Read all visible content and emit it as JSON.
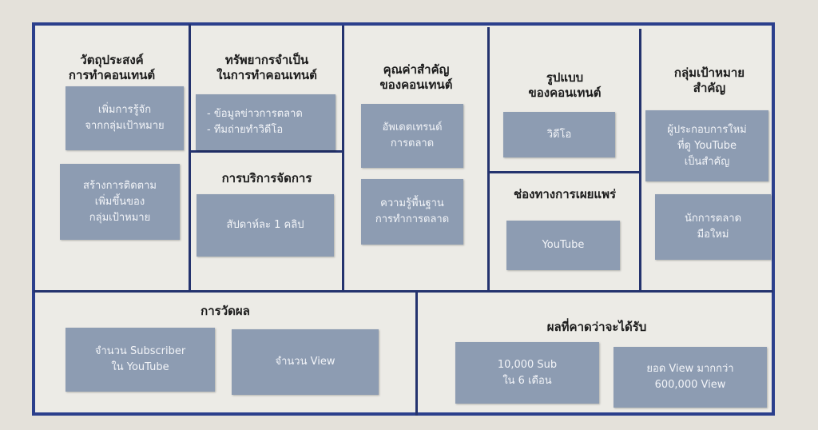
{
  "colors": {
    "border": "#2b3f8c",
    "box": "#8d9cb2",
    "background": "#ecebe6"
  },
  "sections": {
    "objective": {
      "title": "วัตถุประสงค์\nการทำคอนเทนต์",
      "items": [
        "เพิ่มการรู้จัก\nจากกลุ่มเป้าหมาย",
        "สร้างการติดตาม\nเพิ่มขึ้นของ\nกลุ่มเป้าหมาย"
      ]
    },
    "resources": {
      "title": "ทรัพยากรจำเป็น\nในการทำคอนเทนต์",
      "items": [
        "-  ข้อมูลข่าวการตลาด\n-  ทีมถ่ายทำวิดีโอ"
      ]
    },
    "management": {
      "title": "การบริการจัดการ",
      "items": [
        "สัปดาห์ละ 1 คลิป"
      ]
    },
    "value": {
      "title": "คุณค่าสำคัญ\nของคอนเทนต์",
      "items": [
        "อัพเดตเทรนด์\nการตลาด",
        "ความรู้พื้นฐาน\nการทำการตลาด"
      ]
    },
    "format": {
      "title": "รูปแบบ\nของคอนเทนต์",
      "items": [
        "วิดีโอ"
      ]
    },
    "channel": {
      "title": "ช่องทางการเผยแพร่",
      "items": [
        "YouTube"
      ]
    },
    "audience": {
      "title": "กลุ่มเป้าหมาย\nสำคัญ",
      "items": [
        "ผู้ประกอบการใหม่\nที่ดู YouTube\nเป็นสำคัญ",
        "นักการตลาด\nมือใหม่"
      ]
    },
    "measurement": {
      "title": "การวัดผล",
      "items": [
        "จำนวน Subscriber\nใน YouTube",
        "จำนวน View"
      ]
    },
    "expected": {
      "title": "ผลที่คาดว่าจะได้รับ",
      "items": [
        "10,000 Sub\nใน 6 เดือน",
        "ยอด View มากกว่า\n600,000 View"
      ]
    }
  }
}
